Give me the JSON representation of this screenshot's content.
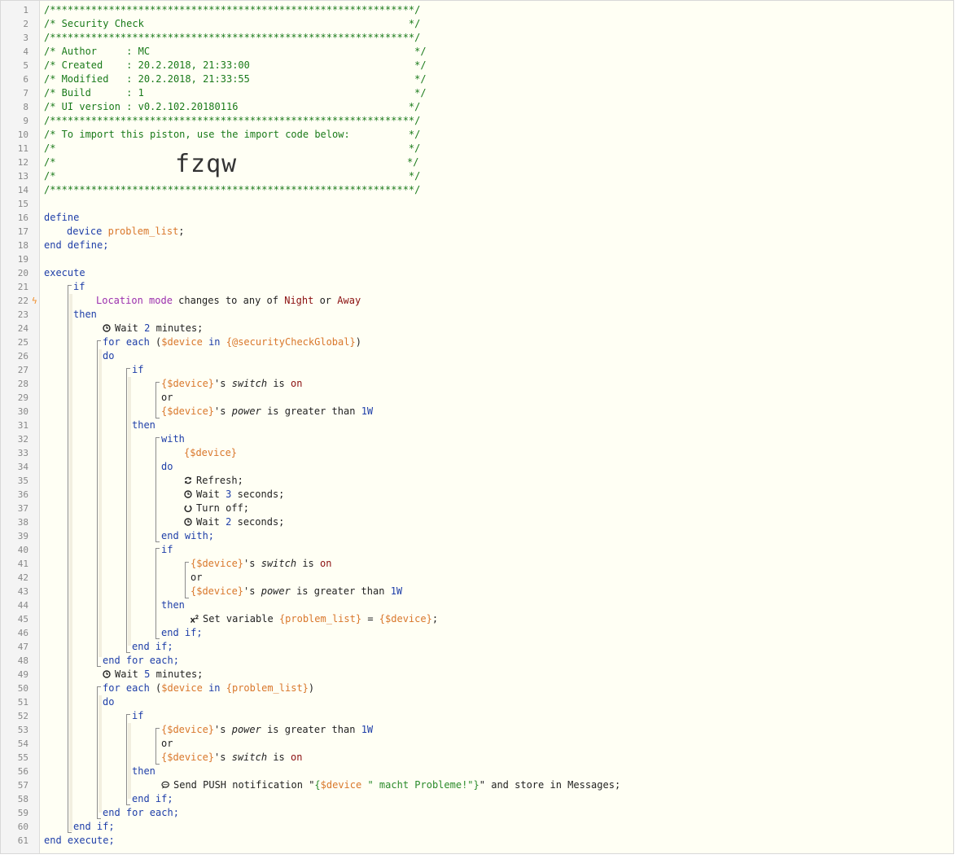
{
  "gutter": {
    "line_numbers": [
      "1",
      "2",
      "3",
      "4",
      "5",
      "6",
      "7",
      "8",
      "9",
      "10",
      "11",
      "12",
      "13",
      "14",
      "15",
      "16",
      "17",
      "18",
      "19",
      "20",
      "21",
      "22",
      "23",
      "24",
      "25",
      "26",
      "27",
      "28",
      "29",
      "30",
      "31",
      "32",
      "33",
      "34",
      "35",
      "36",
      "37",
      "38",
      "39",
      "40",
      "41",
      "42",
      "43",
      "44",
      "45",
      "46",
      "47",
      "48",
      "49",
      "50",
      "51",
      "52",
      "53",
      "54",
      "55",
      "56",
      "57",
      "58",
      "59",
      "60",
      "61"
    ],
    "trigger_marker": "ϟ"
  },
  "header": {
    "border": "/**************************************************************/",
    "title": "/* Security Check                                             */",
    "author": "/* Author     : MC                                             */",
    "created": "/* Created    : 20.2.2018, 21:33:00                            */",
    "modified": "/* Modified   : 20.2.2018, 21:33:55                            */",
    "build": "/* Build      : 1                                              */",
    "ui_version": "/* UI version : v0.2.102.20180116                             */",
    "import_note": "/* To import this piston, use the import code below:          */",
    "blank": "/*                                                            */",
    "blank_left": "/*",
    "blank_right": "*/",
    "import_code": "fzqw"
  },
  "kw": {
    "define": "define",
    "end_define": "end define;",
    "device": "device",
    "execute": "execute",
    "end_execute": "end execute;",
    "if": "if",
    "then": "then",
    "or": "or",
    "do": "do",
    "end_if": "end if;",
    "for_each": "for each",
    "end_for_each": "end for each;",
    "in": "in",
    "with": "with",
    "end_with": "end with;"
  },
  "code": {
    "problem_list": "problem_list",
    "location_mode": "Location mode",
    "changes_to": "changes to any of",
    "night": "Night",
    "away": "Away",
    "wait_word": "Wait",
    "two": "2",
    "three": "3",
    "five": "5",
    "minutes": "minutes;",
    "seconds": "seconds;",
    "device_var": "$device",
    "lbrace": "{",
    "rbrace": "}",
    "global_var": "{@securityCheckGlobal}",
    "problem_var": "{problem_list}",
    "device_expr": "{$device}",
    "possessive": "'s",
    "switch": "switch",
    "power": "power",
    "is": "is",
    "on": "on",
    "greater_than": "is greater than",
    "one_w": "1W",
    "refresh": "Refresh;",
    "turn_off": "Turn off;",
    "set_variable": "Set variable",
    "equals": "=",
    "semicolon": ";",
    "send_push": "Send PUSH notification",
    "quote": "\"",
    "msg_str": " macht Probleme!",
    "store_in": "and store in Messages;"
  },
  "colors": {
    "comment": "#1a7a1a",
    "keyword": "#1e3ea8",
    "variable": "#d9772b",
    "value": "#8b1010",
    "string": "#2a8a2a",
    "device": "#9b2fae",
    "trigger_marker": "#f08a24"
  },
  "icons": {
    "wait": "clock-icon",
    "refresh": "refresh-icon",
    "turn_off": "power-icon",
    "set_variable": "superscript-icon",
    "send_push": "speech-bubble-icon"
  }
}
